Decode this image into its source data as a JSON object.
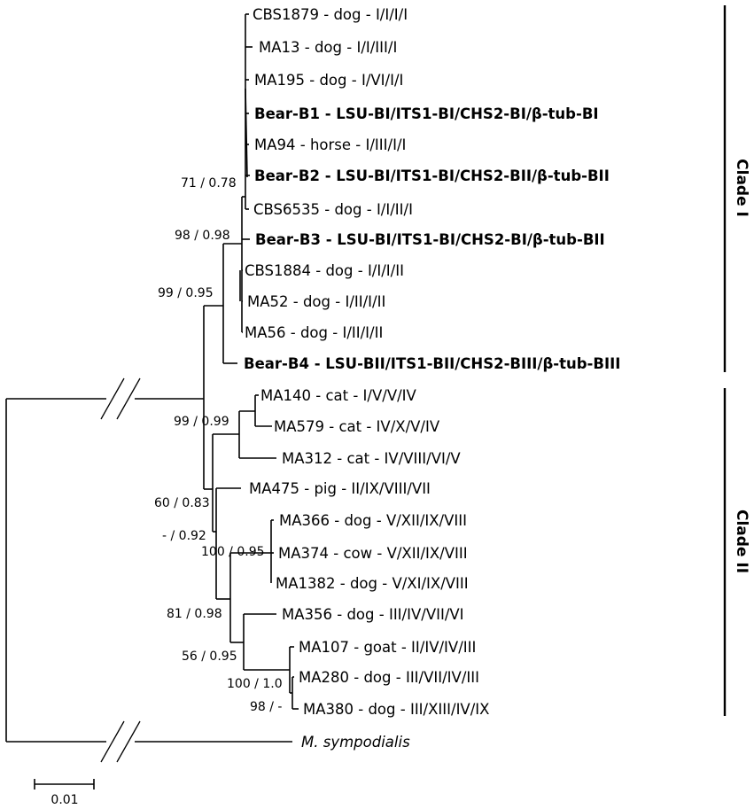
{
  "taxa": {
    "cbs1879": "CBS1879 - dog - I/I/I/I",
    "ma13": "MA13 - dog - I/I/III/I",
    "ma195": "MA195 - dog - I/VI/I/I",
    "bear_b1": "Bear-B1 - LSU-BI/ITS1-BI/CHS2-BI/β-tub-BI",
    "ma94": "MA94 - horse - I/III/I/I",
    "bear_b2": "Bear-B2 - LSU-BI/ITS1-BI/CHS2-BII/β-tub-BII",
    "cbs6535": "CBS6535 - dog - I/I/II/I",
    "bear_b3": "Bear-B3 - LSU-BI/ITS1-BI/CHS2-BI/β-tub-BII",
    "cbs1884": "CBS1884 - dog - I/I/I/II",
    "ma52": "MA52 - dog - I/II/I/II",
    "ma56": "MA56 - dog - I/II/I/II",
    "bear_b4": "Bear-B4 - LSU-BII/ITS1-BII/CHS2-BIII/β-tub-BIII",
    "ma140": "MA140 - cat - I/V/V/IV",
    "ma579": "MA579 - cat - IV/X/V/IV",
    "ma312": "MA312 - cat - IV/VIII/VI/V",
    "ma475": "MA475 - pig - II/IX/VIII/VII",
    "ma366": "MA366 - dog - V/XII/IX/VIII",
    "ma374": "MA374 - cow - V/XII/IX/VIII",
    "ma1382": "MA1382 - dog - V/XI/IX/VIII",
    "ma356": "MA356 - dog - III/IV/VII/VI",
    "ma107": "MA107 - goat - II/IV/IV/III",
    "ma280": "MA280 - dog - III/VII/IV/III",
    "ma380": "MA380 - dog - III/XIII/IV/IX",
    "outgroup": "M. sympodialis"
  },
  "support": {
    "s71": "71 / 0.78",
    "s98": "98 / 0.98",
    "s99a": "99 / 0.95",
    "s99b": "99 / 0.99",
    "s60": "60 / 0.83",
    "sdash": "- / 0.92",
    "s100a": "100 / 0.95",
    "s81": "81 / 0.98",
    "s56": "56 / 0.95",
    "s100b": "100 / 1.0",
    "s98b": "98 / -"
  },
  "clades": {
    "clade1": "Clade I",
    "clade2": "Clade II"
  },
  "scale": {
    "label": "0.01"
  }
}
